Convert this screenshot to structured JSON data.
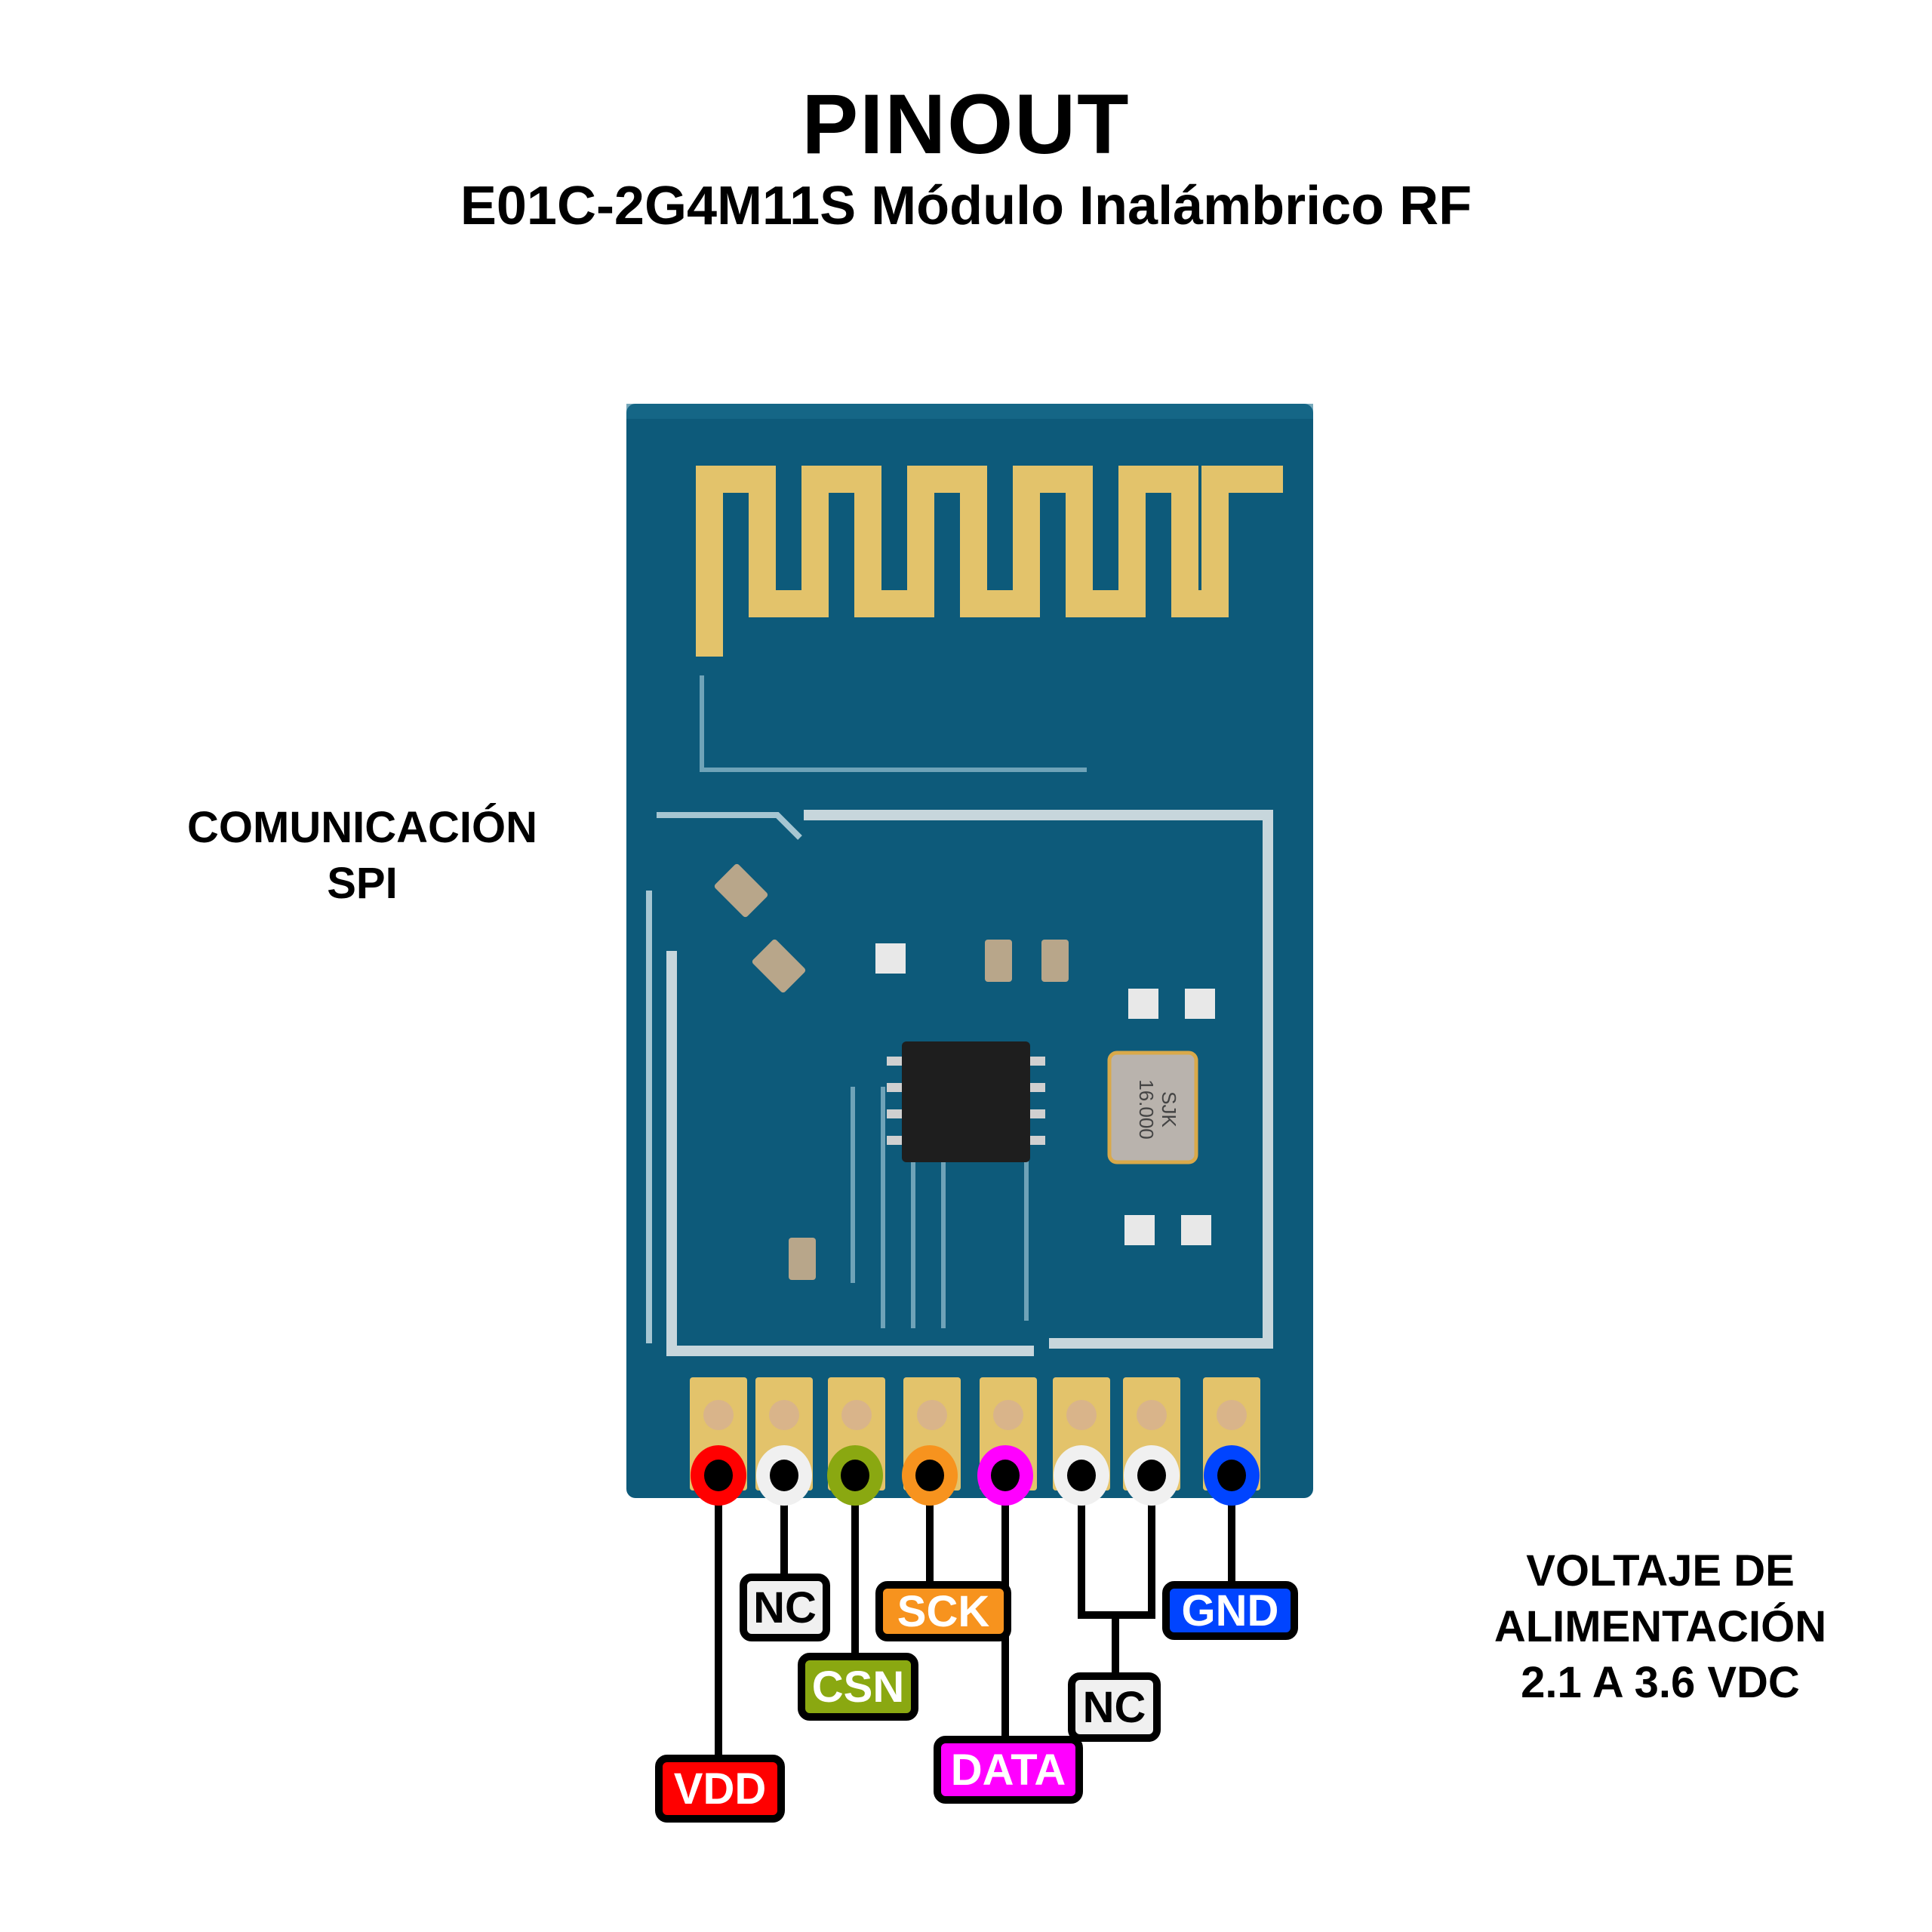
{
  "header": {
    "title": "PINOUT",
    "subtitle": "E01C-2G4M11S Módulo Inalámbrico RF"
  },
  "annotations": {
    "left": [
      "COMUNICACIÓN",
      "SPI"
    ],
    "right": [
      "VOLTAJE DE",
      "ALIMENTACIÓN",
      "2.1 A 3.6 VDC"
    ]
  },
  "board": {
    "pcb_color": "#0d5a7a",
    "antenna_color": "#e3c36b",
    "crystal_marking": [
      "SJK",
      "16.000"
    ]
  },
  "pins": [
    {
      "name": "VDD",
      "color": "#ff0000",
      "text_color": "#ffffff"
    },
    {
      "name": "NC",
      "color": "#f0f0f0",
      "text_color": "#000000"
    },
    {
      "name": "CSN",
      "color": "#8aa811",
      "text_color": "#ffffff"
    },
    {
      "name": "SCK",
      "color": "#f7931e",
      "text_color": "#ffffff"
    },
    {
      "name": "DATA",
      "color": "#ff00ff",
      "text_color": "#ffffff"
    },
    {
      "name": "NC",
      "color": "#f0f0f0",
      "text_color": "#000000"
    },
    {
      "name": "NC",
      "color": "#f0f0f0",
      "text_color": "#000000"
    },
    {
      "name": "GND",
      "color": "#0044ff",
      "text_color": "#ffffff"
    }
  ],
  "shared_labels": {
    "nc_pair": "NC"
  }
}
